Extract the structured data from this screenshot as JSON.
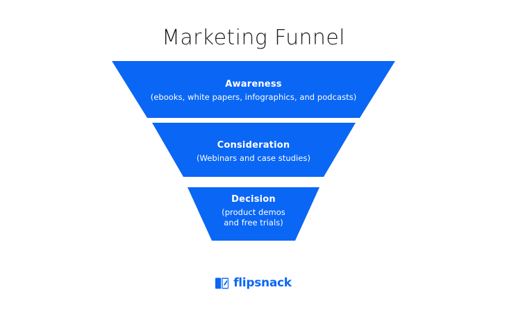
{
  "page": {
    "title": "Marketing Funnel",
    "background_color": "#ffffff",
    "accent_color": "#0A66F5",
    "text_color": "#1a1a1a",
    "funnel_text_color": "#ffffff"
  },
  "chart_data": {
    "type": "funnel",
    "title": "Marketing Funnel",
    "orientation": "vertical-inverted",
    "legend": "none",
    "grid": false,
    "stage_color": "#0A66F5",
    "stages": [
      {
        "label": "Awareness",
        "description": "(ebooks, white papers, infographics, and podcasts)",
        "description_lines": [
          "(ebooks, white papers, infographics, and podcasts)"
        ],
        "top_width": 408,
        "bottom_width": 306,
        "order": 1
      },
      {
        "label": "Consideration",
        "description": "(Webinars and case studies)",
        "description_lines": [
          "(Webinars and case studies)"
        ],
        "top_width": 293,
        "bottom_width": 202,
        "order": 2
      },
      {
        "label": "Decision",
        "description": "(product demos and free trials)",
        "description_lines": [
          "(product demos",
          "and free trials)"
        ],
        "top_width": 190,
        "bottom_width": 120,
        "order": 3
      }
    ]
  },
  "footer": {
    "brand_name": "flipsnack",
    "brand_color": "#0A66F5",
    "logo_icon": "flipsnack-book-icon"
  }
}
